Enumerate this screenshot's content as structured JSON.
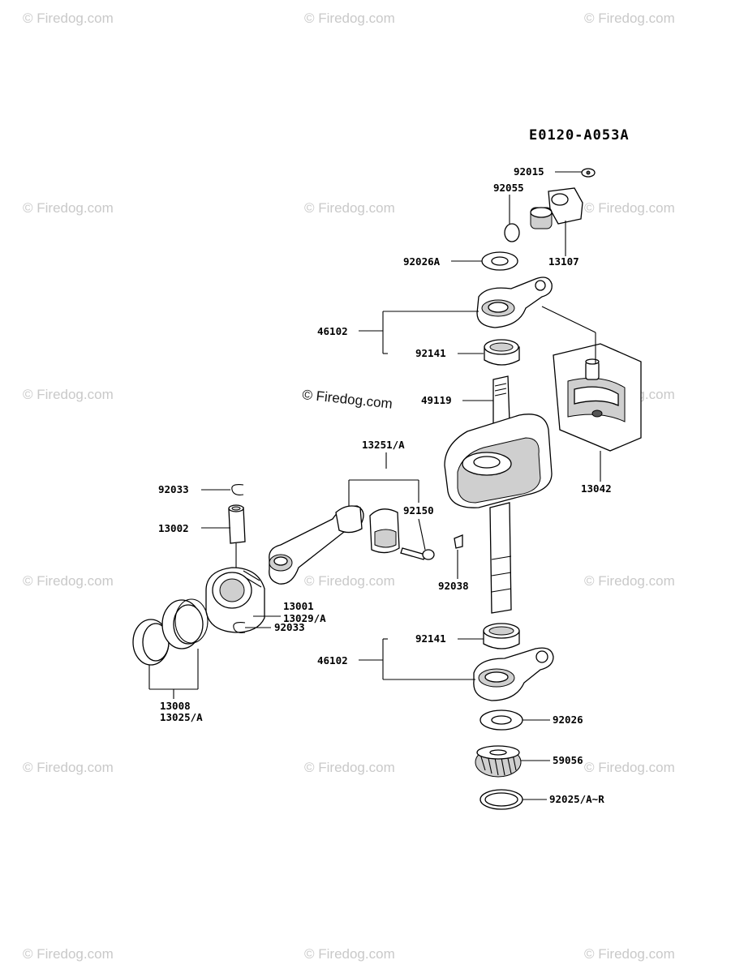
{
  "diagram_code": "E0120-A053A",
  "watermark_text": "© Firedog.com",
  "center_watermark": "© Firedog.com",
  "labels": {
    "p92015": "92015",
    "p92055": "92055",
    "p92026A": "92026A",
    "p13107": "13107",
    "p46102_top": "46102",
    "p92141_top": "92141",
    "p49119": "49119",
    "p13042": "13042",
    "p13251A": "13251/A",
    "p92033_top": "92033",
    "p92150": "92150",
    "p13002": "13002",
    "p92038": "92038",
    "p13001": "13001",
    "p13029A": "13029/A",
    "p92033_bot": "92033",
    "p92141_bot": "92141",
    "p46102_bot": "46102",
    "p13008": "13008",
    "p13025A": "13025/A",
    "p92026": "92026",
    "p59056": "59056",
    "p92025ANR": "92025/A~R"
  }
}
